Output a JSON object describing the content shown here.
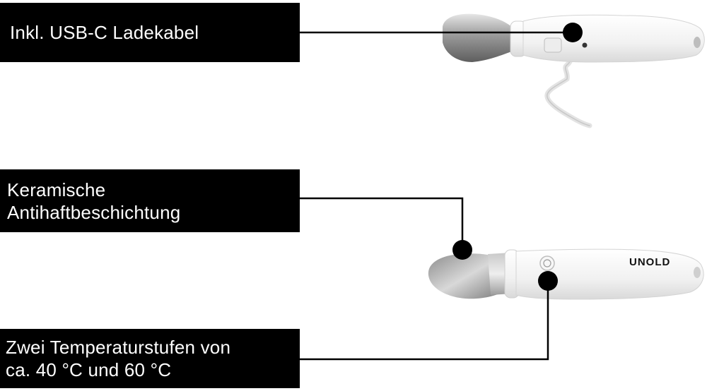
{
  "callouts": {
    "usb_cable": "Inkl. USB-C Ladekabel",
    "ceramic_coating": "Keramische\nAntihaftbeschichtung",
    "temperature_levels": "Zwei Temperaturstufen von\nca. 40 °C und 60 °C"
  },
  "product": {
    "brand_logo": "UNOLD"
  },
  "colors": {
    "label_background": "#000000",
    "label_text": "#ffffff",
    "leader_line": "#000000",
    "handle": "#f4f4f4",
    "scoop_metal": "#a9a9a9"
  }
}
